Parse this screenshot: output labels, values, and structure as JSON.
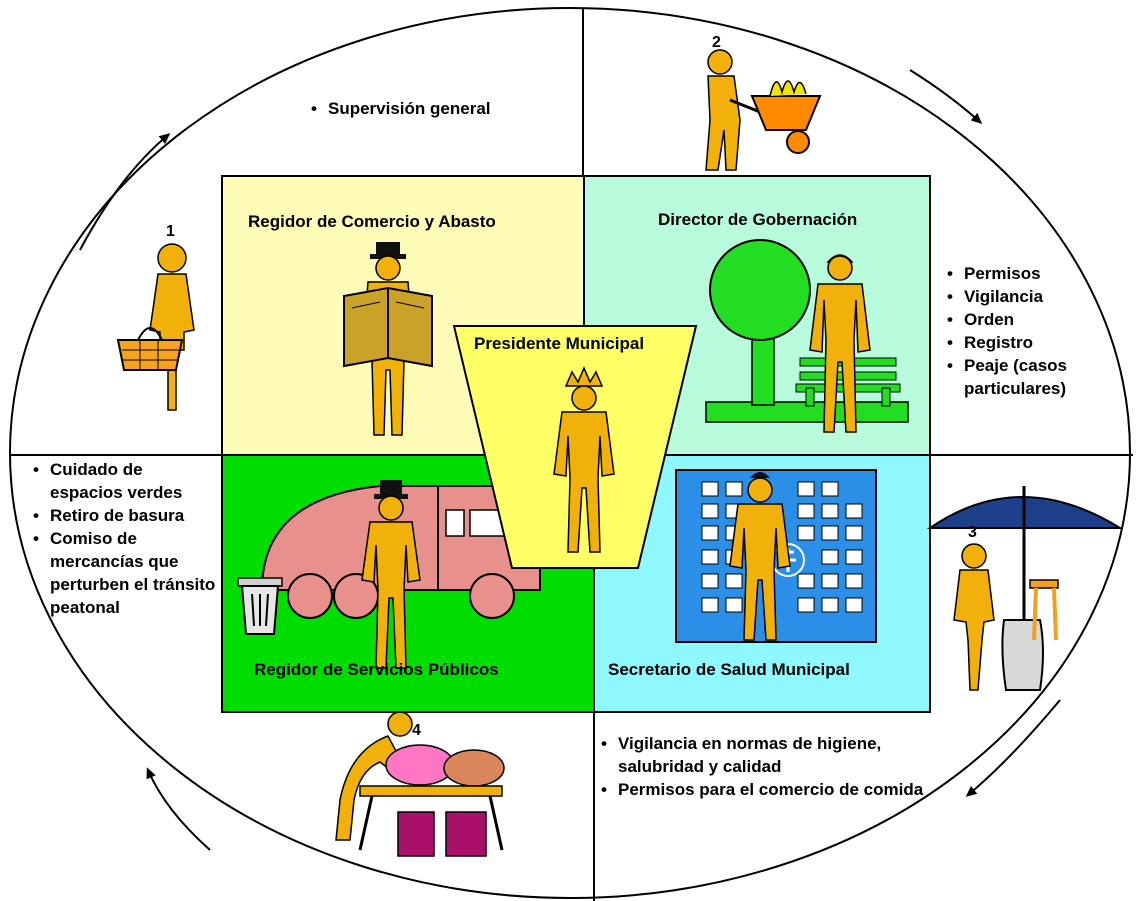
{
  "center": {
    "title": "Presidente Municipal"
  },
  "quadrants": {
    "top_left": {
      "title": "Regidor de Comercio y Abasto",
      "color": "#fffcb8"
    },
    "top_right": {
      "title": "Director de Gobernación",
      "color": "#b8fbdc"
    },
    "bottom_left": {
      "title": "Regidor de Servicios Públicos",
      "color": "#00dd00"
    },
    "bottom_right": {
      "title": "Secretario de Salud Municipal",
      "color": "#8ff8ff"
    }
  },
  "numbers": [
    "1",
    "2",
    "3",
    "4"
  ],
  "bullets": {
    "top": [
      "Supervisión general"
    ],
    "right": [
      "Permisos",
      "Vigilancia",
      "Orden",
      "Registro",
      "Peaje (casos particulares)"
    ],
    "left": [
      "Cuidado de espacios verdes",
      "Retiro de basura",
      "Comiso de mercancías que perturben el tránsito peatonal"
    ],
    "bottom_right": [
      "Vigilancia en normas de higiene, salubridad y calidad",
      "Permisos para el comercio de comida"
    ]
  },
  "colors": {
    "figure": "#f2b10a",
    "center_trapezoid": "#ffff66",
    "truck": "#e8908c",
    "building": "#2b8fe8",
    "tree": "#22dd22",
    "umbrella": "#1e3f8a",
    "piggy_pink": "#ff77c4",
    "piggy_brown": "#d9865a",
    "bag": "#a8106a",
    "wheelbarrow": "#ff8a00"
  },
  "icons": [
    "shopping-basket-icon",
    "wheelbarrow-icon",
    "umbrella-stall-icon",
    "piggy-bank-icon",
    "book-icon",
    "tree-icon",
    "bench-icon",
    "garbage-truck-icon",
    "trash-can-icon",
    "hospital-building-icon",
    "crown-icon"
  ]
}
